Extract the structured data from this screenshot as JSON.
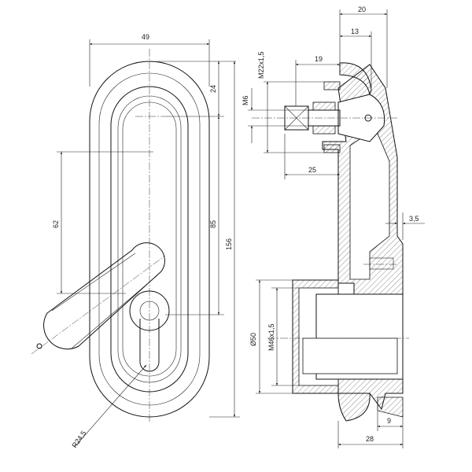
{
  "drawing": {
    "front_view": {
      "dims": {
        "width": "49",
        "top_offset": "24",
        "hole_spacing": "85",
        "overall_height": "156",
        "handle_length": "62",
        "radius": "R24,5"
      }
    },
    "section_view": {
      "dims": {
        "depth_total": "20",
        "depth_rim": "13",
        "thread_top": "M22x1,5",
        "flange_depth": "19",
        "screw": "M6",
        "body_depth": "25",
        "thickness": "3,5",
        "outer_dia": "Ø50",
        "thread_bottom": "M46x1,5",
        "lip": "9",
        "base_depth": "28"
      }
    }
  }
}
